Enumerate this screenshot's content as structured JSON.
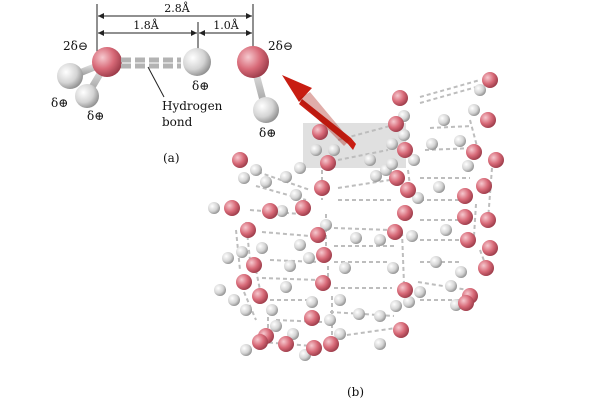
{
  "diagram": {
    "dimensions": {
      "total": "2.8Å",
      "hbond": "1.8Å",
      "covalent": "1.0Å"
    },
    "charges": {
      "oxygen_left": "2δ⊖",
      "oxygen_right": "2δ⊖",
      "hydrogen": "δ⊕"
    },
    "hydrogen_bond_label": [
      "Hydrogen",
      "bond"
    ],
    "panel_labels": {
      "a": "(a)",
      "b": "(b)"
    },
    "colors": {
      "oxygen": "#d86a78",
      "hydrogen": "#d4d4d4",
      "arrow": "#c81d12",
      "bond": "#bdbdbd",
      "highlight": "#cfcfcf"
    }
  }
}
